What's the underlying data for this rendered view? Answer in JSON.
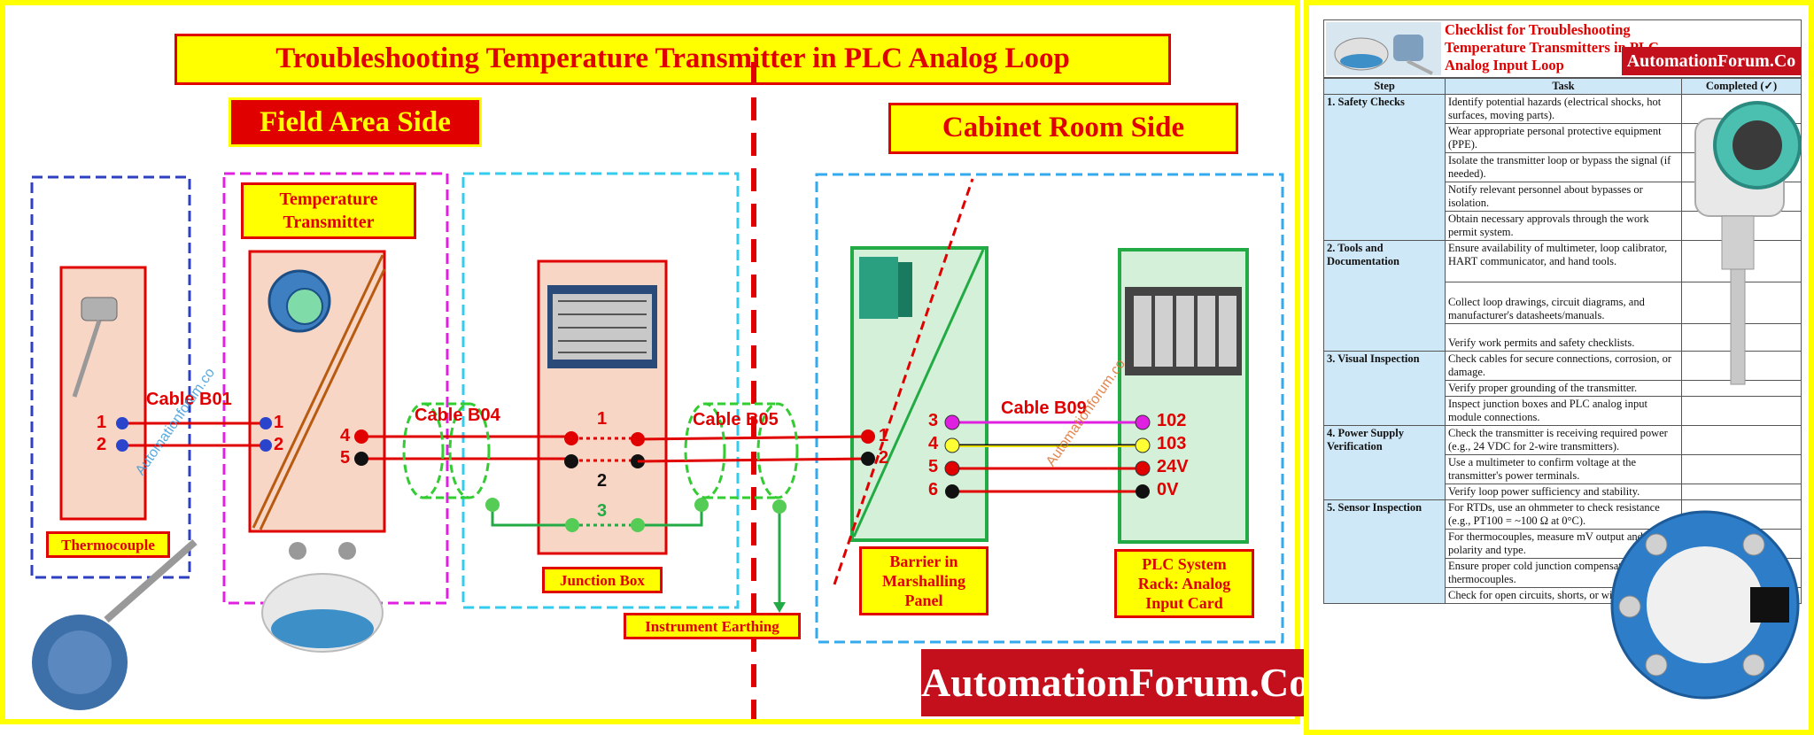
{
  "diagram": {
    "title": "Troubleshooting Temperature Transmitter in PLC Analog Loop",
    "field_side_label": "Field Area Side",
    "cabinet_side_label": "Cabinet Room Side",
    "transmitter_label": "Temperature Transmitter",
    "thermocouple_label": "Thermocouple",
    "junction_box_label": "Junction Box",
    "instrument_earthing_label": "Instrument Earthing",
    "barrier_label": "Barrier in Marshalling Panel",
    "plc_label": "PLC System Rack: Analog Input Card",
    "brand_banner": "AutomationForum.Co",
    "watermark": "Automationforum.co",
    "cables": {
      "c1": "Cable B01",
      "c2": "Cable B04",
      "c3": "Cable B05",
      "c4": "Cable B09"
    },
    "terminals": {
      "tc1": "1",
      "tc2": "2",
      "tx_in1": "1",
      "tx_in2": "2",
      "tx_out4": "4",
      "tx_out5": "5",
      "jb1": "1",
      "jb2": "2",
      "jb3": "3",
      "bar_in1": "1",
      "bar_in2": "2",
      "bar3": "3",
      "bar4": "4",
      "bar5": "5",
      "bar6": "6",
      "plc102": "102",
      "plc103": "103",
      "plc24": "24V",
      "plc0": "0V"
    }
  },
  "checklist": {
    "title": "Checklist for Troubleshooting Temperature Transmitters in PLC Analog Input Loop",
    "brand": "AutomationForum.Co",
    "headers": {
      "step": "Step",
      "task": "Task",
      "completed": "Completed (✓)"
    },
    "sections": [
      {
        "step": "1. Safety Checks",
        "tasks": [
          "Identify potential hazards (electrical shocks, hot surfaces, moving parts).",
          "Wear appropriate personal protective equipment (PPE).",
          "Isolate the transmitter loop or bypass the signal (if needed).",
          "Notify relevant personnel about bypasses or isolation.",
          "Obtain necessary approvals through the work permit system."
        ]
      },
      {
        "step": "2. Tools and Documentation",
        "tasks": [
          "Ensure availability of multimeter, loop calibrator, HART communicator, and hand tools.",
          "Collect loop drawings, circuit diagrams, and manufacturer's datasheets/manuals.",
          "Verify work permits and safety checklists."
        ]
      },
      {
        "step": "3. Visual Inspection",
        "tasks": [
          "Check cables for secure connections, corrosion, or damage.",
          "Verify proper grounding of the transmitter.",
          "Inspect junction boxes and PLC analog input module connections."
        ]
      },
      {
        "step": "4. Power Supply Verification",
        "tasks": [
          "Check the transmitter is receiving required power (e.g., 24 VDC for 2-wire transmitters).",
          "Use a multimeter to confirm voltage at the transmitter's power terminals.",
          "Verify loop power sufficiency and stability."
        ]
      },
      {
        "step": "5. Sensor Inspection",
        "tasks": [
          "For RTDs, use an ohmmeter to check resistance (e.g., PT100 = ~100 Ω at 0°C).",
          "For thermocouples, measure mV output and check polarity and type.",
          "Ensure proper cold junction compensation for thermocouples.",
          "Check for open circuits, shorts, or wiring errors."
        ]
      }
    ]
  },
  "colors": {
    "red": "#e00000",
    "yellow": "#ffff00",
    "blue_border": "#2e3fbf",
    "magenta": "#e020e0",
    "cyan": "#33bbee",
    "green": "#22aa44"
  }
}
